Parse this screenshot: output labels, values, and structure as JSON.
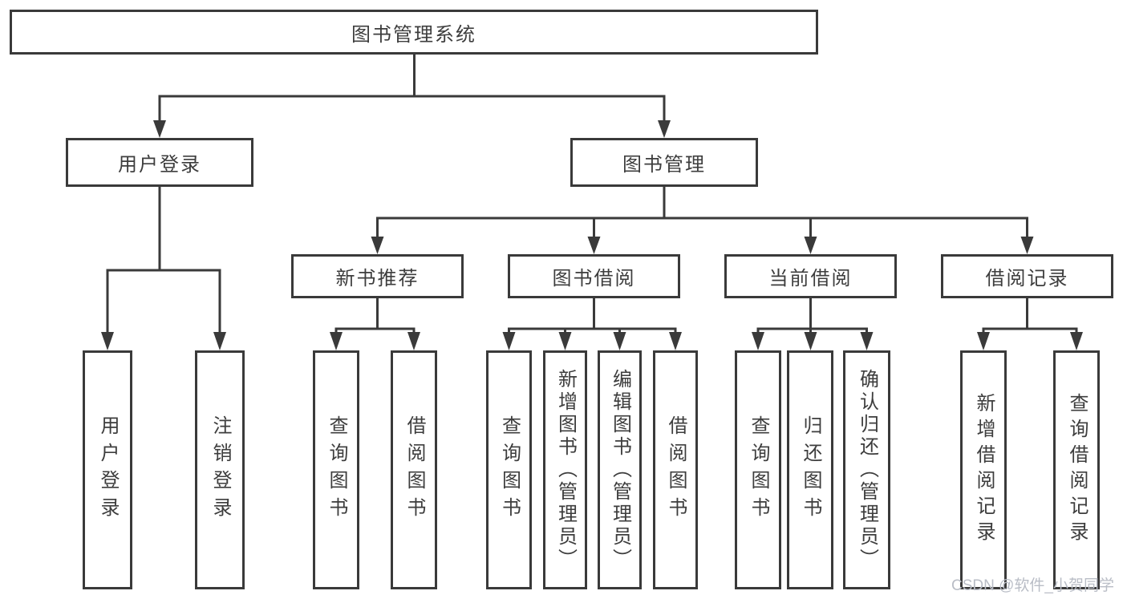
{
  "nodes": {
    "root": "图书管理系统",
    "user_login": "用户登录",
    "book_management": "图书管理",
    "new_book_recommend": "新书推荐",
    "book_borrowing": "图书借阅",
    "current_borrowing": "当前借阅",
    "borrowing_records": "借阅记录",
    "leaf_user_login": "用户登录",
    "leaf_logout": "注销登录",
    "leaf_nbr_query_books": "查询图书",
    "leaf_nbr_borrow_books": "借阅图书",
    "leaf_bb_query_books": "查询图书",
    "leaf_bb_add_books": "新增图书（管理员）",
    "leaf_bb_edit_books": "编辑图书（管理员）",
    "leaf_bb_borrow_books": "借阅图书",
    "leaf_cb_query_books": "查询图书",
    "leaf_cb_return_books": "归还图书",
    "leaf_cb_confirm_return": "确认归还（管理员）",
    "leaf_br_add_record": "新增借阅记录",
    "leaf_br_query_record": "查询借阅记录"
  },
  "watermark": "CSDN @软件_小贺同学",
  "colors": {
    "line": "#3a3a3a",
    "text": "#3d3d3d",
    "watermark": "#b9bdc6",
    "background": "#ffffff"
  }
}
